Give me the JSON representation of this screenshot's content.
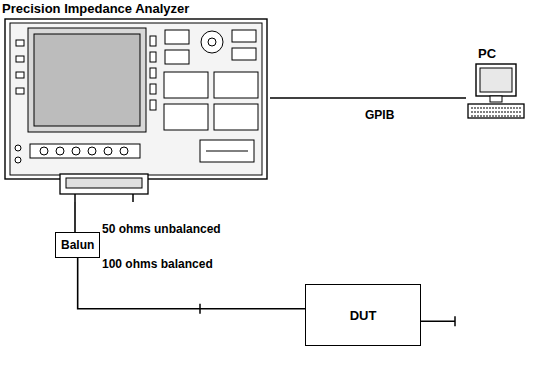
{
  "diagram": {
    "nodes": [
      {
        "text": [
          "Precision Impedance Analyzer"
        ]
      },
      {
        "text": [
          "PC"
        ]
      },
      {
        "text": [
          "Balun"
        ]
      },
      {
        "text": [
          "DUT"
        ]
      }
    ],
    "edges": [
      {
        "from": 0,
        "to": 1,
        "label": "GPIB",
        "arrow": "none"
      },
      {
        "from": 0,
        "to": 2,
        "label": "50 ohms unbalanced",
        "arrow": "none"
      },
      {
        "from": 2,
        "to": 3,
        "label": "100 ohms balanced",
        "arrow": "none"
      }
    ]
  }
}
